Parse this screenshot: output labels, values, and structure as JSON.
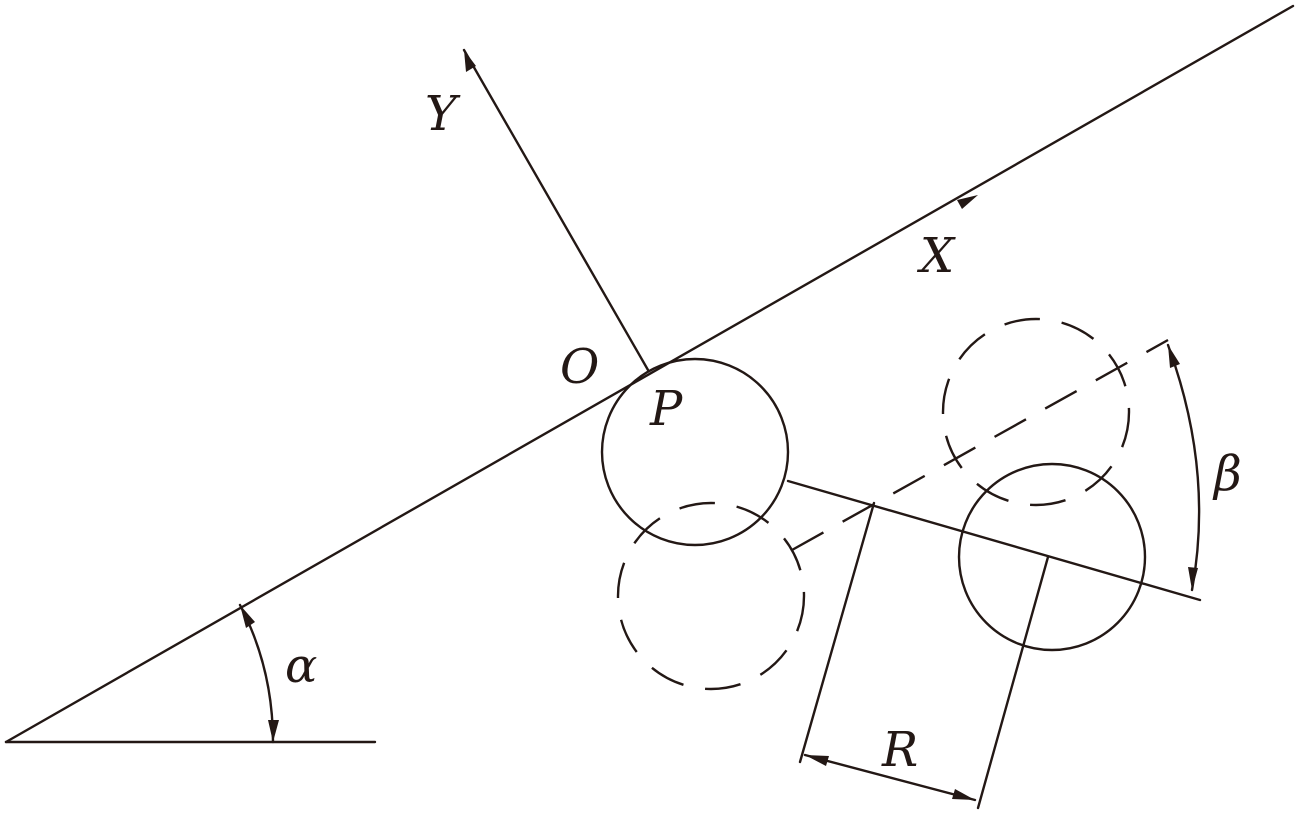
{
  "labels": {
    "y_axis": "Y",
    "x_axis": "X",
    "origin": "O",
    "point": "P",
    "angle_alpha": "α",
    "angle_beta": "β",
    "radius": "R"
  },
  "colors": {
    "stroke": "#231815",
    "background": "#ffffff"
  }
}
